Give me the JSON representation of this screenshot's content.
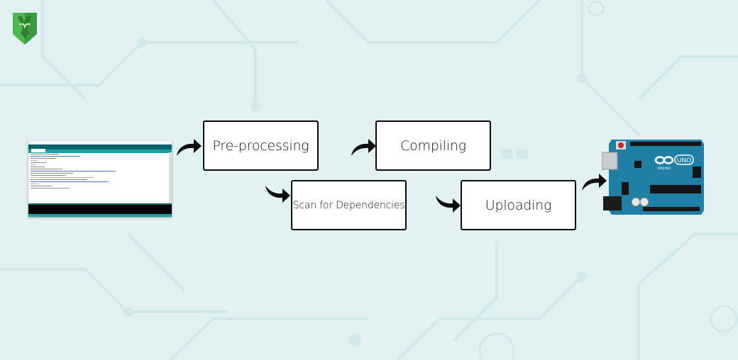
{
  "diagram": {
    "steps": [
      {
        "id": "pre-processing",
        "label": "Pre-processing"
      },
      {
        "id": "scan-for-dependencies",
        "label": "Scan for Dependencies"
      },
      {
        "id": "compiling",
        "label": "Compiling"
      },
      {
        "id": "uploading",
        "label": "Uploading"
      }
    ],
    "source": "arduino-ide-screenshot",
    "target": "arduino-uno-board",
    "board_labels": {
      "uno": "UNO",
      "brand": "ARDUINO"
    }
  },
  "colors": {
    "background": "#e2f1f2",
    "box_border": "#0a0a0a",
    "arrow": "#0d0d0d",
    "board": "#1f7fa5",
    "logo": "#3a9a3e"
  },
  "icons": [
    "logo-icon",
    "curved-arrow-icon"
  ]
}
